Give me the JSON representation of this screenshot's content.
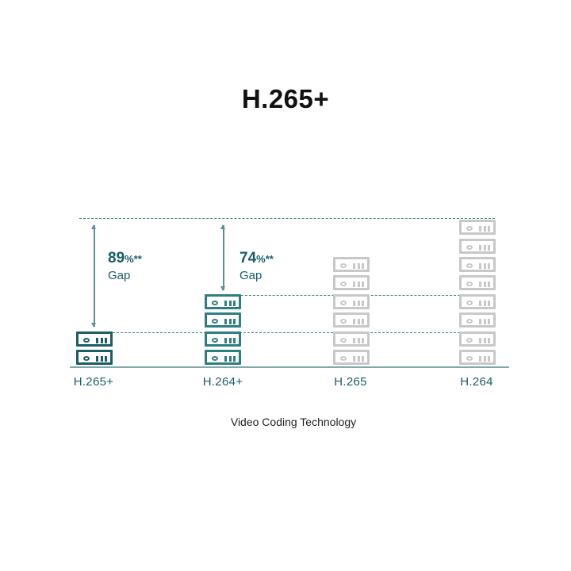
{
  "title": "H.265+",
  "chart_data": {
    "type": "bar",
    "title": "H.265+",
    "xlabel": "Video Coding Technology",
    "ylabel": "",
    "categories": [
      "H.265+",
      "H.264+",
      "H.265",
      "H.264"
    ],
    "values": [
      2,
      4,
      6,
      8
    ],
    "unit": "server icons (relative storage requirement)",
    "annotations": [
      {
        "category": "H.265+",
        "value": "89%**",
        "label": "Gap"
      },
      {
        "category": "H.264+",
        "value": "74%**",
        "label": "Gap"
      }
    ],
    "grid": false,
    "legend": null
  },
  "annotations": {
    "h265plus": {
      "pct": "89",
      "pct_suffix": "%**",
      "label": "Gap"
    },
    "h264plus": {
      "pct": "74",
      "pct_suffix": "%**",
      "label": "Gap"
    }
  },
  "categories": {
    "c0": "H.265+",
    "c1": "H.264+",
    "c2": "H.265",
    "c3": "H.264"
  },
  "xlabel": "Video Coding Technology",
  "colors": {
    "h265plus": "#1b5e66",
    "h264plus": "#2e7f82",
    "gray": "#c8c8c8",
    "dash": "#3f8a86",
    "text": "#1a5c66"
  }
}
